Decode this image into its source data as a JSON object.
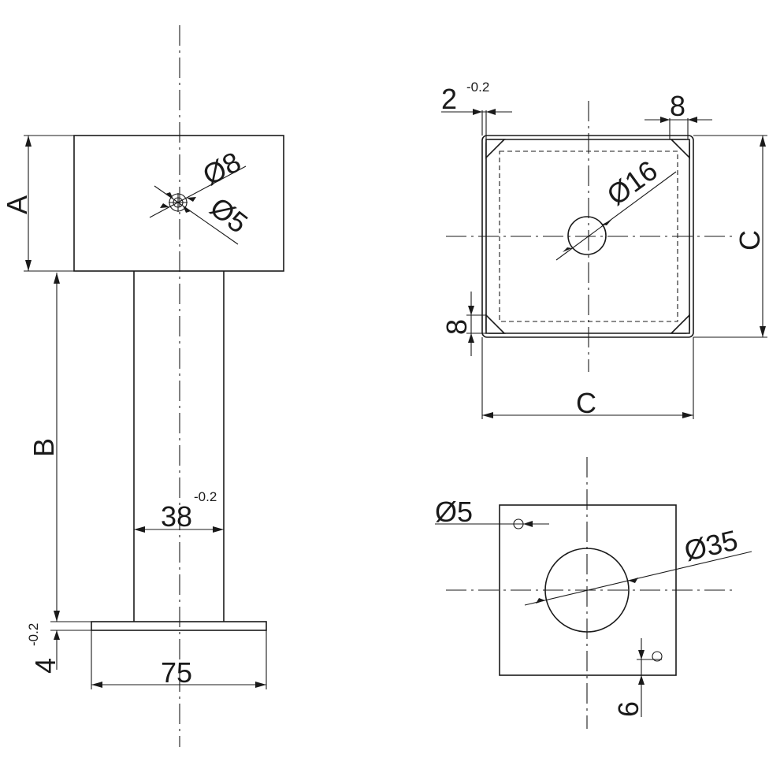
{
  "side_view": {
    "dim_a": "A",
    "dim_b": "B",
    "hole_outer": "Ø8",
    "hole_inner": "Ø5",
    "post_width": "38",
    "post_width_tol": "-0.2",
    "base_thickness": "4",
    "base_thickness_tol": "-0.2",
    "base_width": "75"
  },
  "top_view": {
    "wall": "2",
    "wall_tol": "-0.2",
    "chamfer_top": "8",
    "chamfer_left": "8",
    "hole": "Ø16",
    "width": "C",
    "height": "C"
  },
  "base_view": {
    "small_hole": "Ø5",
    "center_hole": "Ø35",
    "offset": "6"
  }
}
